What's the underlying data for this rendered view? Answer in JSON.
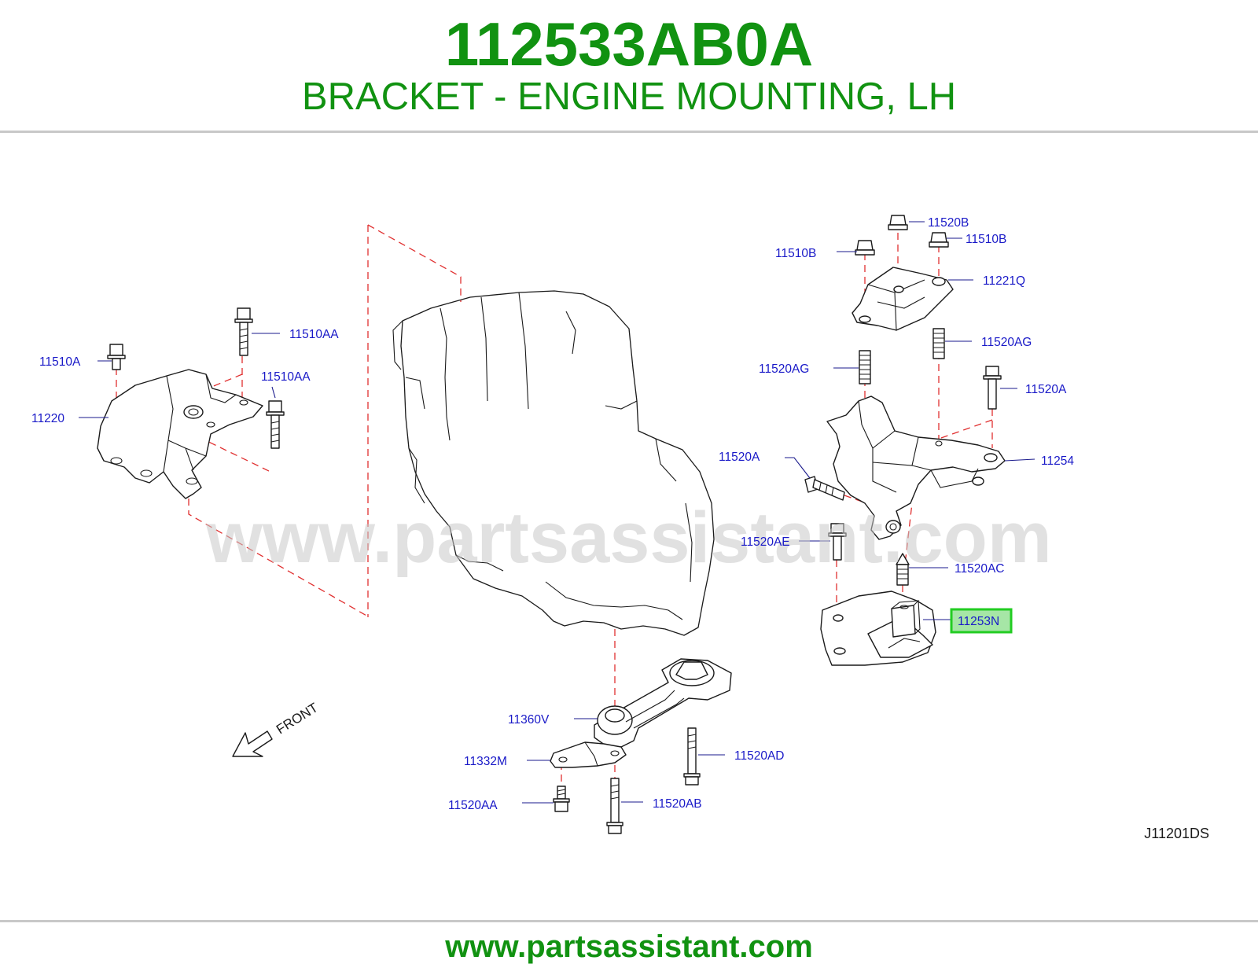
{
  "header": {
    "part_number": "112533AB0A",
    "part_title": "BRACKET - ENGINE MOUNTING, LH"
  },
  "diagram": {
    "watermark": "www.partsassistant.com",
    "front_label": "FRONT",
    "diagram_code": "J11201DS",
    "highlight_color": "#22cc22",
    "callouts": [
      {
        "id": "c-11520b",
        "label": "11520B"
      },
      {
        "id": "c-11510b-right",
        "label": "11510B"
      },
      {
        "id": "c-11510b-left",
        "label": "11510B"
      },
      {
        "id": "c-11221q",
        "label": "11221Q"
      },
      {
        "id": "c-11520ag-right",
        "label": "11520AG"
      },
      {
        "id": "c-11520ag-left",
        "label": "11520AG"
      },
      {
        "id": "c-11520a-right",
        "label": "11520A"
      },
      {
        "id": "c-11254",
        "label": "11254"
      },
      {
        "id": "c-11520a-left",
        "label": "11520A"
      },
      {
        "id": "c-11520ae",
        "label": "11520AE"
      },
      {
        "id": "c-11520ac",
        "label": "11520AC"
      },
      {
        "id": "c-11253n",
        "label": "11253N",
        "highlighted": true
      },
      {
        "id": "c-11510aa-top",
        "label": "11510AA"
      },
      {
        "id": "c-11510a",
        "label": "11510A"
      },
      {
        "id": "c-11510aa-mid",
        "label": "11510AA"
      },
      {
        "id": "c-11220",
        "label": "11220"
      },
      {
        "id": "c-11360v",
        "label": "11360V"
      },
      {
        "id": "c-11332m",
        "label": "11332M"
      },
      {
        "id": "c-11520ad",
        "label": "11520AD"
      },
      {
        "id": "c-11520aa",
        "label": "11520AA"
      },
      {
        "id": "c-11520ab",
        "label": "11520AB"
      }
    ]
  },
  "footer": {
    "url": "www.partsassistant.com"
  },
  "colors": {
    "brand_green": "#119211",
    "callout_blue": "#1a1ac8",
    "dash_red": "#e03030",
    "rule_gray": "#c8c8c8"
  }
}
